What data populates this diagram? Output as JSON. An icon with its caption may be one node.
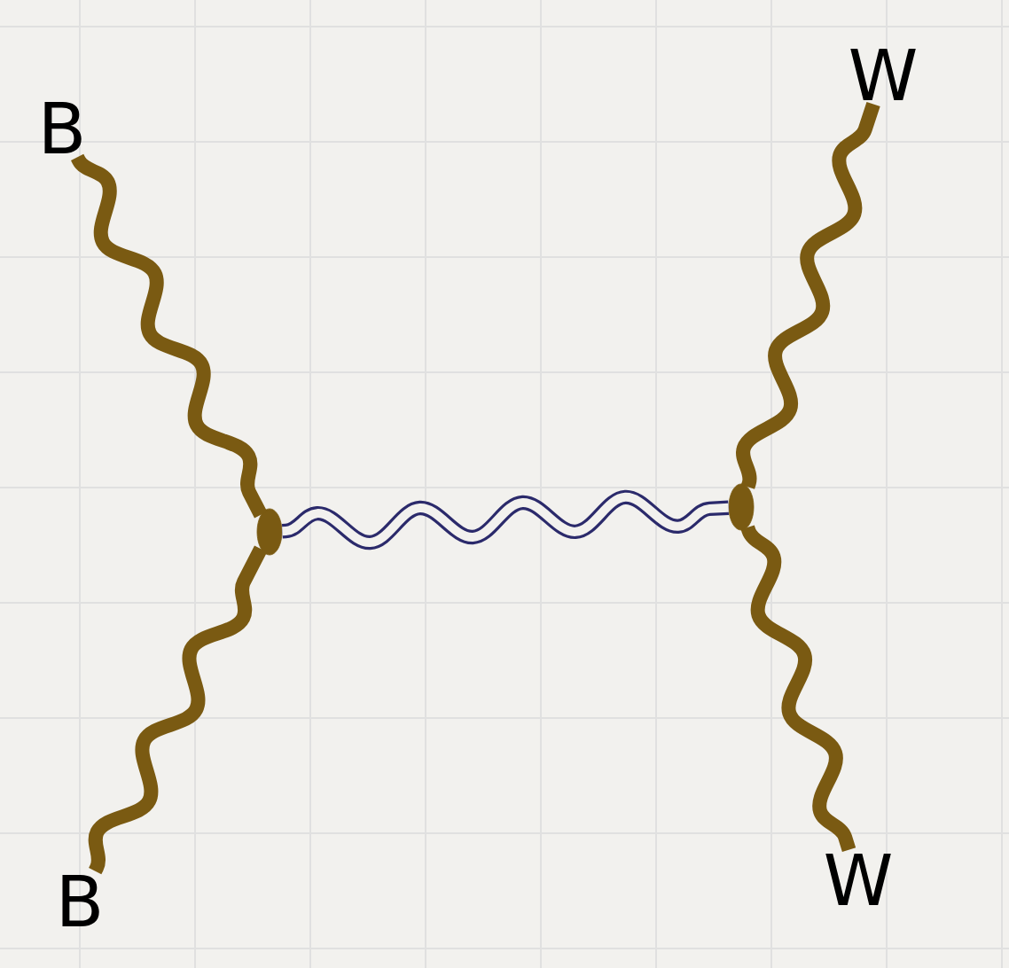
{
  "diagram": {
    "nodes": [
      {
        "text": [
          "B"
        ]
      },
      {
        "text": [
          "B"
        ]
      },
      {
        "text": [
          "W"
        ]
      },
      {
        "text": [
          "W"
        ]
      },
      {
        "text": [],
        "shape": "circle"
      },
      {
        "text": [],
        "shape": "circle"
      }
    ],
    "edges": [
      {
        "from": 0,
        "to": 4,
        "arrow": "none"
      },
      {
        "from": 1,
        "to": 4,
        "arrow": "none"
      },
      {
        "from": 4,
        "to": 5,
        "arrow": "none",
        "color": "#2b2a6b"
      },
      {
        "from": 5,
        "to": 2,
        "arrow": "none"
      },
      {
        "from": 5,
        "to": 3,
        "arrow": "none"
      }
    ]
  }
}
